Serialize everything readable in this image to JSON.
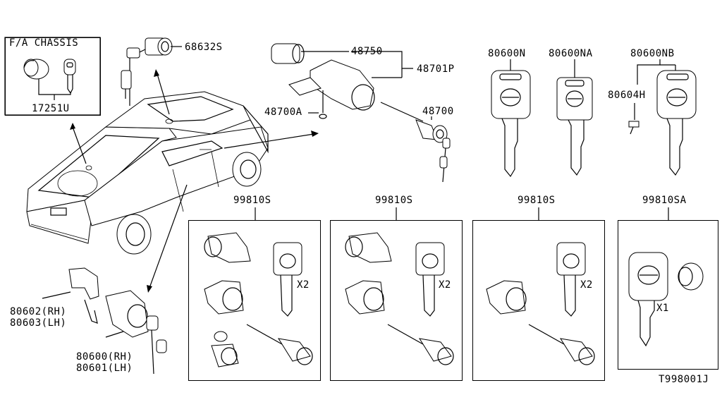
{
  "inset": {
    "title": "F/A CHASSIS",
    "part": "17251U"
  },
  "top_labels": {
    "p68632": "68632S",
    "p48750": "48750",
    "p48701": "48701P",
    "p48700A": "48700A",
    "p48700": "48700"
  },
  "keys": {
    "k1": "80600N",
    "k2": "80600NA",
    "k3": "80600NB",
    "screw": "80604H"
  },
  "lower_left": {
    "a1": "80602(RH)",
    "a2": "80603(LH)",
    "b1": "80600(RH)",
    "b2": "80601(LH)"
  },
  "kits": [
    {
      "title": "99810S",
      "qty": "X2"
    },
    {
      "title": "99810S",
      "qty": "X2"
    },
    {
      "title": "99810S",
      "qty": "X2"
    },
    {
      "title": "99810SA",
      "qty": "X1"
    }
  ],
  "diagram_code": "T998001J"
}
